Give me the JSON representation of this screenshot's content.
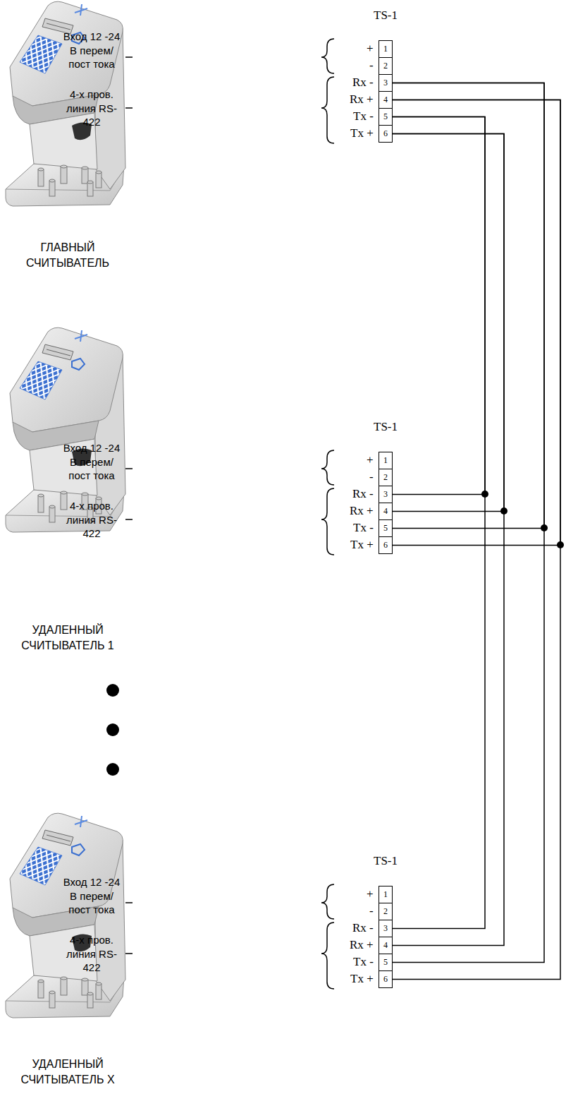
{
  "diagram": {
    "nodes": [
      {
        "text": [
          "1"
        ]
      },
      {
        "text": [
          "2"
        ]
      },
      {
        "text": [
          "3"
        ]
      },
      {
        "text": [
          "4"
        ]
      },
      {
        "text": [
          "5"
        ]
      },
      {
        "text": [
          "6"
        ]
      },
      {
        "text": [
          "1"
        ]
      },
      {
        "text": [
          "2"
        ]
      },
      {
        "text": [
          "3"
        ]
      },
      {
        "text": [
          "4"
        ]
      },
      {
        "text": [
          "5"
        ]
      },
      {
        "text": [
          "6"
        ]
      },
      {
        "text": [
          "1"
        ]
      },
      {
        "text": [
          "2"
        ]
      },
      {
        "text": [
          "3"
        ]
      },
      {
        "text": [
          "4"
        ]
      },
      {
        "text": [
          "5"
        ]
      },
      {
        "text": [
          "6"
        ]
      }
    ],
    "edges": [
      {
        "from": 2,
        "to": 10,
        "arrow": "none"
      },
      {
        "from": 2,
        "to": 16,
        "arrow": "none"
      },
      {
        "from": 3,
        "to": 11,
        "arrow": "none"
      },
      {
        "from": 3,
        "to": 17,
        "arrow": "none"
      },
      {
        "from": 4,
        "to": 8,
        "arrow": "none"
      },
      {
        "from": 4,
        "to": 14,
        "arrow": "none"
      },
      {
        "from": 5,
        "to": 9,
        "arrow": "none"
      },
      {
        "from": 5,
        "to": 15,
        "arrow": "none"
      }
    ],
    "labels": [
      "Вход 12 -24 В перем/пост тока",
      "4-х пров. линия RS-422",
      "TS-1",
      "+",
      "-",
      "Rx -",
      "Rx +",
      "Tx -",
      "Tx +",
      "ГЛАВНЫЙ СЧИТЫВАТЕЛЬ",
      "Вход 12 -24 В перем/пост тока",
      "4-х пров. линия RS-422",
      "TS-1",
      "+",
      "-",
      "Rx -",
      "Rx +",
      "Tx -",
      "Tx +",
      "УДАЛЕННЫЙ СЧИТЫВАТЕЛЬ 1",
      "Вход 12 -24 В перем/пост тока",
      "4-х пров. линия RS-422",
      "TS-1",
      "+",
      "-",
      "Rx -",
      "Rx +",
      "Tx -",
      "Tx +",
      "УДАЛЕННЫЙ СЧИТЫВАТЕЛЬ X"
    ]
  }
}
